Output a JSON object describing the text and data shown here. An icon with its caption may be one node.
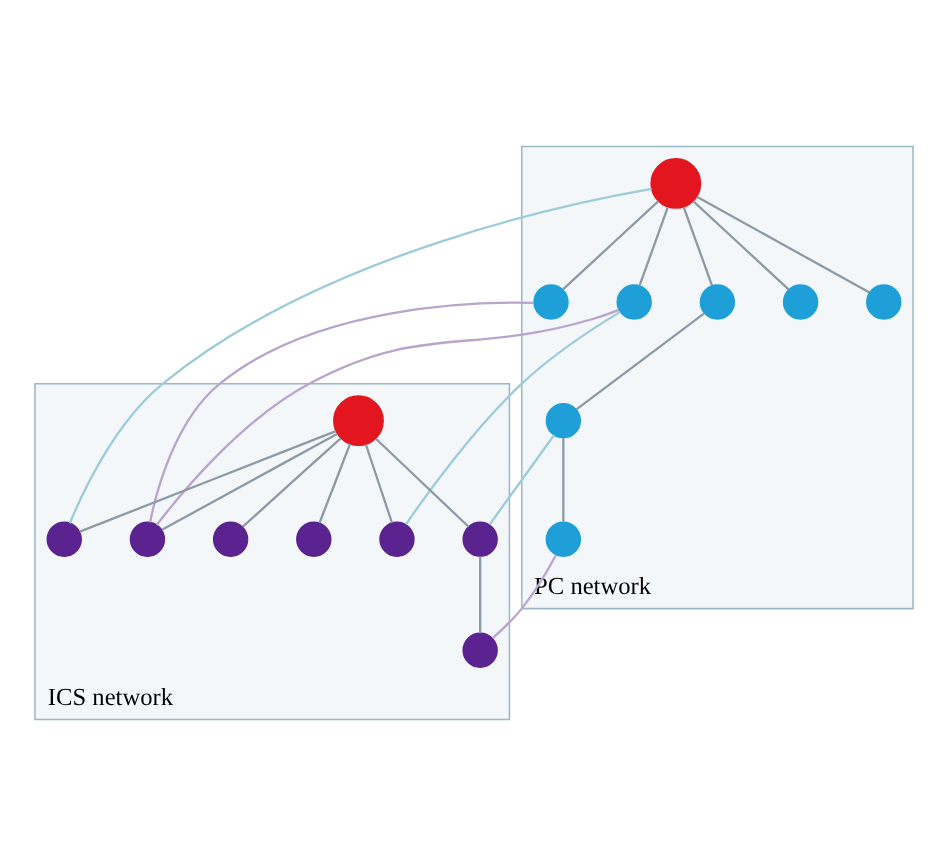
{
  "diagram": {
    "nodes": [
      {
        "text": [
          "PC network"
        ]
      },
      {
        "text": [],
        "shape": "circle",
        "in": 0
      },
      {
        "text": [],
        "shape": "circle",
        "in": 0
      },
      {
        "text": [],
        "shape": "circle",
        "in": 0
      },
      {
        "text": [],
        "shape": "circle",
        "in": 0
      },
      {
        "text": [],
        "shape": "circle",
        "in": 0
      },
      {
        "text": [],
        "shape": "circle",
        "in": 0
      },
      {
        "text": [],
        "shape": "circle",
        "in": 0
      },
      {
        "text": [],
        "shape": "circle",
        "in": 0
      },
      {
        "text": [
          "ICS network"
        ]
      },
      {
        "text": [],
        "shape": "circle",
        "in": 9
      },
      {
        "text": [],
        "shape": "circle",
        "in": 9
      },
      {
        "text": [],
        "shape": "circle",
        "in": 9
      },
      {
        "text": [],
        "shape": "circle",
        "in": 9
      },
      {
        "text": [],
        "shape": "circle",
        "in": 9
      },
      {
        "text": [],
        "shape": "circle",
        "in": 9
      },
      {
        "text": [],
        "shape": "circle",
        "in": 9
      },
      {
        "text": [],
        "shape": "circle",
        "in": 9
      }
    ],
    "edges": [
      {
        "from": 3,
        "to": 1,
        "arrow": "none"
      },
      {
        "from": 3,
        "to": 2,
        "arrow": "none"
      },
      {
        "from": 3,
        "to": 6,
        "arrow": "none"
      },
      {
        "from": 3,
        "to": 7,
        "arrow": "none"
      },
      {
        "from": 3,
        "to": 8,
        "arrow": "none"
      },
      {
        "from": 8,
        "to": 4,
        "arrow": "none"
      },
      {
        "from": 4,
        "to": 5,
        "arrow": "none"
      },
      {
        "from": 6,
        "to": 13,
        "arrow": "none",
        "color": "#b8a4cc"
      },
      {
        "from": 7,
        "to": 13,
        "arrow": "none",
        "color": "#b8a4cc"
      },
      {
        "from": 7,
        "to": 10,
        "arrow": "none",
        "color": "#9ccbd9"
      },
      {
        "from": 3,
        "to": 11,
        "arrow": "none",
        "color": "#9ccbd9"
      },
      {
        "from": 4,
        "to": 14,
        "arrow": "none",
        "color": "#9ccbd9"
      },
      {
        "from": 5,
        "to": 12,
        "arrow": "none",
        "color": "#b8a4cc"
      },
      {
        "from": 15,
        "to": 10,
        "arrow": "none"
      },
      {
        "from": 15,
        "to": 11,
        "arrow": "none"
      },
      {
        "from": 15,
        "to": 13,
        "arrow": "none"
      },
      {
        "from": 15,
        "to": 14,
        "arrow": "none"
      },
      {
        "from": 14,
        "to": 12,
        "arrow": "none"
      },
      {
        "from": 15,
        "to": 16,
        "arrow": "none"
      },
      {
        "from": 15,
        "to": 17,
        "arrow": "none"
      }
    ]
  }
}
